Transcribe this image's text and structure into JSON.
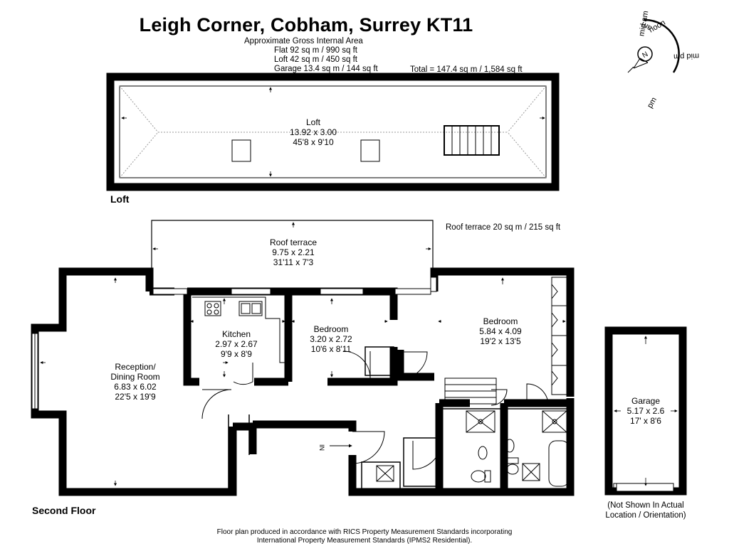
{
  "header": {
    "title": "Leigh Corner, Cobham, Surrey KT11",
    "area_heading": "Approximate Gross Internal Area",
    "area_lines": [
      "Flat 92 sq m / 990 sq ft",
      "Loft 42 sq m / 450 sq ft",
      "Garage 13.4 sq m / 144 sq ft"
    ],
    "total": "Total = 147.4 sq m / 1,584 sq ft"
  },
  "compass": {
    "labels": [
      "mid am",
      "noon",
      "mid pm",
      "pm",
      "am"
    ],
    "north": "N"
  },
  "loft": {
    "floor_label": "Loft",
    "room": {
      "name": "Loft",
      "metric": "13.92 x 3.00",
      "imperial": "45'8 x 9'10"
    }
  },
  "second_floor": {
    "floor_label": "Second Floor",
    "roof_terrace_area": "Roof terrace 20 sq m / 215 sq ft",
    "entrance_marker": "IN",
    "rooms": {
      "roof_terrace": {
        "name": "Roof terrace",
        "metric": "9.75 x 2.21",
        "imperial": "31'11 x 7'3"
      },
      "reception": {
        "name1": "Reception/",
        "name2": "Dining Room",
        "metric": "6.83 x 6.02",
        "imperial": "22'5 x 19'9"
      },
      "kitchen": {
        "name": "Kitchen",
        "metric": "2.97 x 2.67",
        "imperial": "9'9 x 8'9"
      },
      "bedroom2": {
        "name": "Bedroom",
        "metric": "3.20 x 2.72",
        "imperial": "10'6 x 8'11"
      },
      "bedroom1": {
        "name": "Bedroom",
        "metric": "5.84 x 4.09",
        "imperial": "19'2 x 13'5"
      }
    }
  },
  "garage": {
    "name": "Garage",
    "metric": "5.17 x 2.6",
    "imperial": "17' x 8'6",
    "note1": "(Not Shown In Actual",
    "note2": "Location / Orientation)"
  },
  "footer": {
    "line1": "Floor plan produced in accordance with RICS Property Measurement Standards incorporating",
    "line2": "International Property Measurement Standards (IPMS2 Residential)."
  }
}
